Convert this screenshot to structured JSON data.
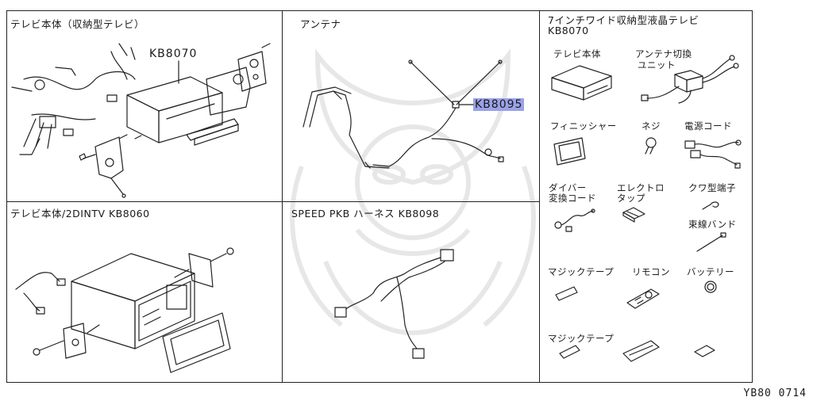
{
  "panels": {
    "tv_storage": {
      "title": "テレビ本体（収納型テレビ）",
      "code": "KB8070"
    },
    "antenna": {
      "title": "アンテナ",
      "code": "KB8095"
    },
    "tv_2din": {
      "title": "テレビ本体/2DINTV  KB8060"
    },
    "speed_harness": {
      "title": "SPEED PKB ハーネス KB8098"
    },
    "kit": {
      "title_line1": "7インチワイド収納型液晶テレビ",
      "title_line2": "KB8070",
      "parts": {
        "tv_unit": "テレビ本体",
        "antenna_switch_line1": "アンテナ切換",
        "antenna_switch_line2": "ユニット",
        "finisher": "フィニッシャー",
        "screw": "ネジ",
        "power_cord": "電源コード",
        "diver_line1": "ダイバー",
        "diver_line2": "変換コード",
        "electro_tap_line1": "エレクトロ",
        "electro_tap_line2": "タップ",
        "clip_terminal": "クワ型端子",
        "binding_band": "束線バンド",
        "magic_tape_1": "マジックテープ",
        "remote": "リモコン",
        "battery": "バッテリー",
        "magic_tape_2": "マジックテープ"
      }
    }
  },
  "footer": {
    "code": "YB80 0714"
  }
}
